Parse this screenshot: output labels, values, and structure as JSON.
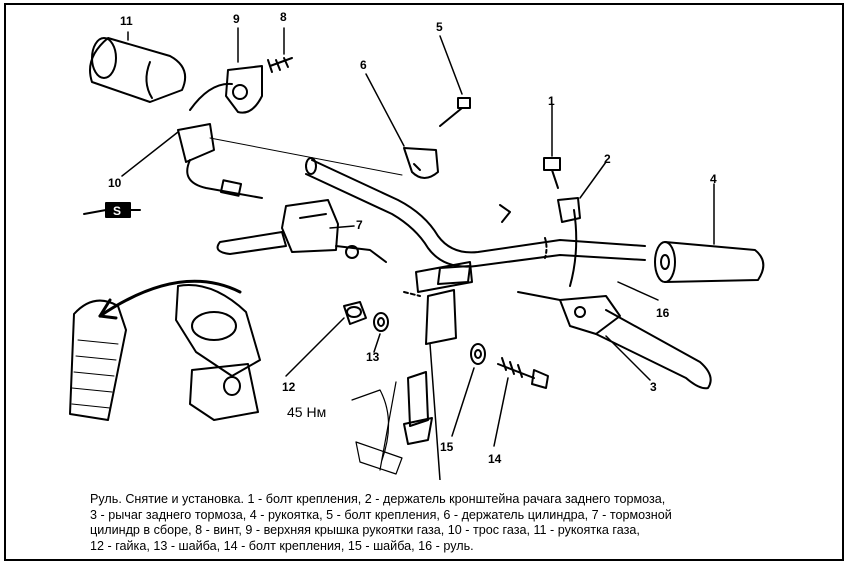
{
  "callouts": {
    "c1": "1",
    "c2": "2",
    "c3": "3",
    "c4": "4",
    "c5": "5",
    "c6": "6",
    "c7": "7",
    "c8": "8",
    "c9": "9",
    "c10": "10",
    "c11": "11",
    "c12": "12",
    "c13": "13",
    "c14": "14",
    "c15": "15",
    "c16": "16"
  },
  "torque_label": "45 Нм",
  "switch_symbol": "S",
  "caption": {
    "line1": "Руль. Снятие и установка. 1 - болт крепления, 2 - держатель кронштейна рачага заднего тормоза,",
    "line2": "3 - рычаг заднего тормоза, 4 - рукоятка, 5 - болт крепления, 6 - держатель цилиндра, 7 - тормозной",
    "line3": "цилиндр в сборе, 8 - винт, 9 - верхняя крышка рукоятки газа, 10 - трос газа, 11 - рукоятка газа,",
    "line4": "12 - гайка, 13 - шайба, 14 - болт крепления, 15 - шайба, 16 - руль."
  }
}
